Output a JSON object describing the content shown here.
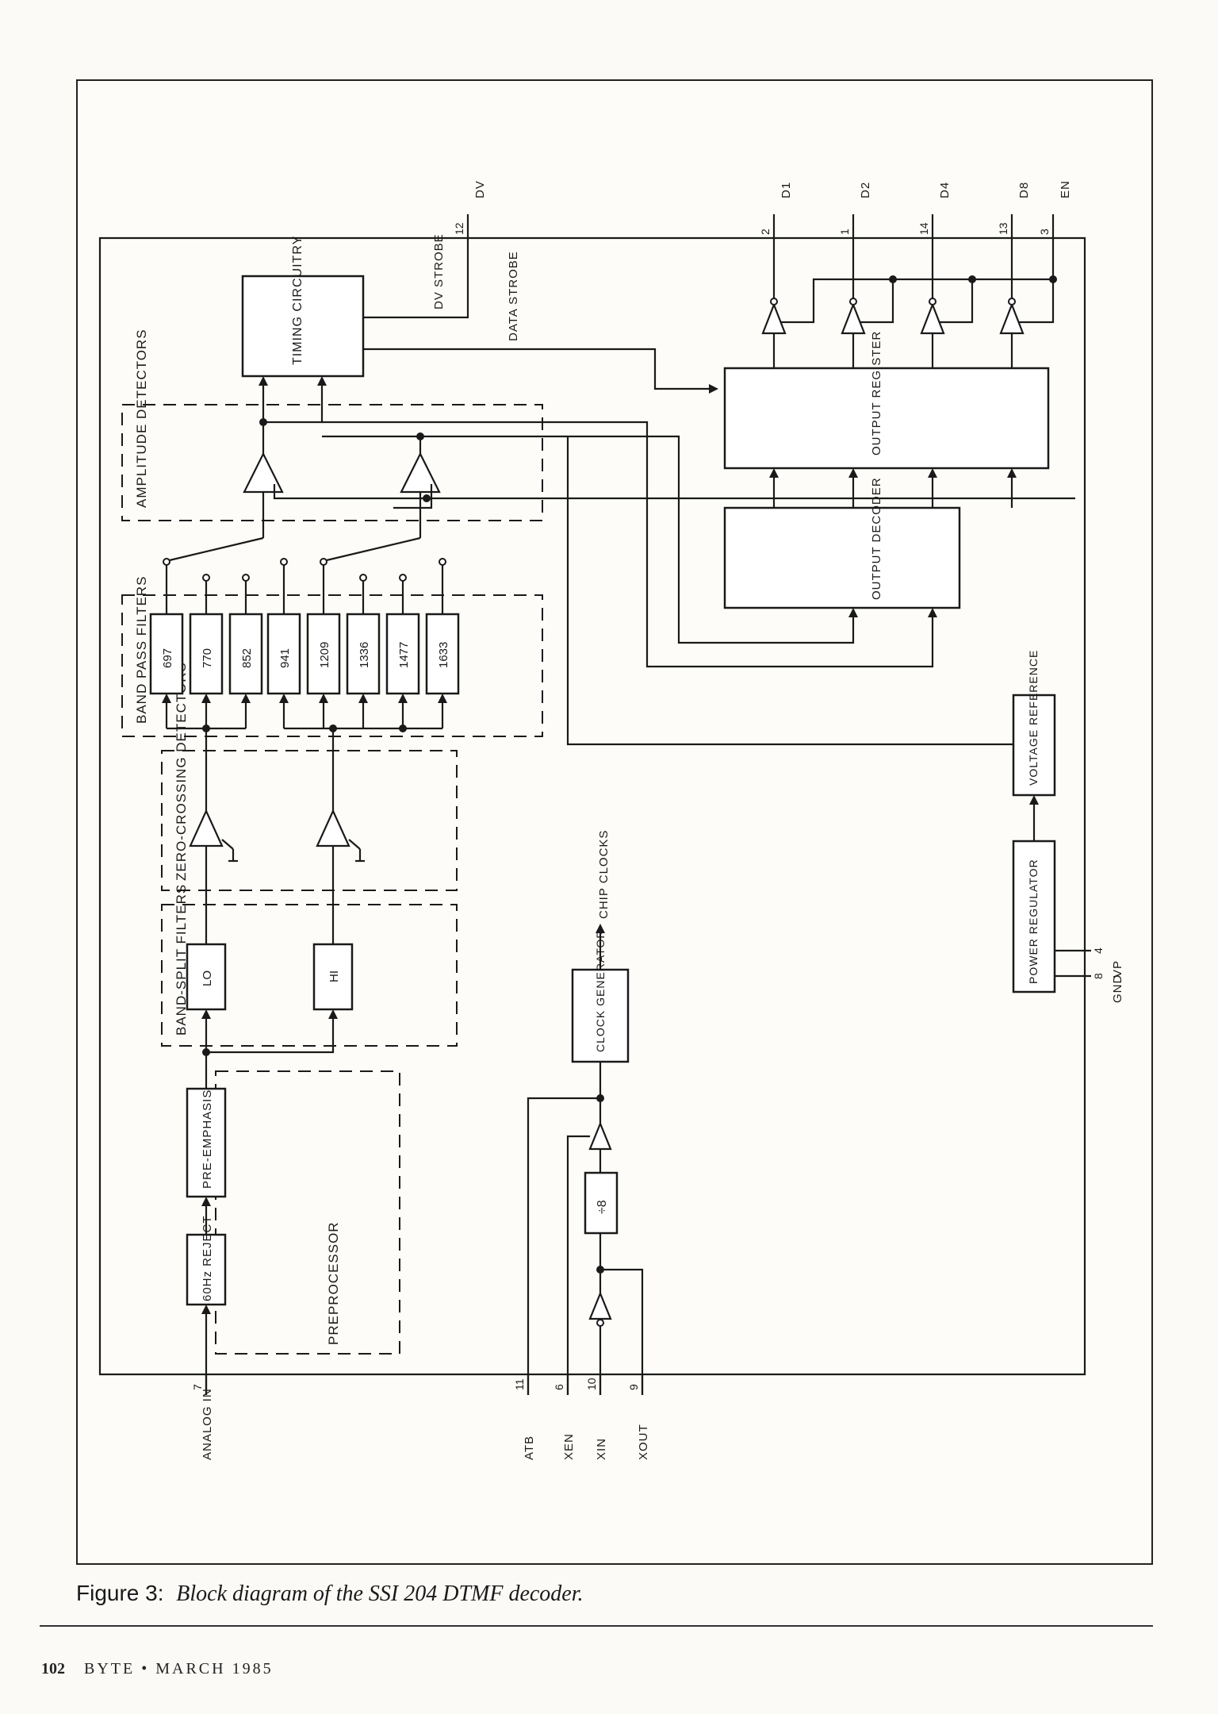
{
  "diagram": {
    "groups": {
      "preprocessor": "PREPROCESSOR",
      "band_split_filters": "BAND-SPLIT FILTERS",
      "zero_crossing_detectors": "ZERO-CROSSING DETECTORS",
      "band_pass_filters": "BAND PASS FILTERS",
      "amplitude_detectors": "AMPLITUDE DETECTORS"
    },
    "blocks": {
      "reject_60hz": "60Hz REJECT",
      "pre_emphasis": "PRE-EMPHASIS",
      "lo": "LO",
      "hi": "HI",
      "timing_circuitry": "TIMING CIRCUITRY",
      "clock_generator": "CLOCK GENERATOR",
      "divide_by_8": "÷8",
      "output_decoder": "OUTPUT DECODER",
      "output_register": "OUTPUT REGISTER",
      "power_regulator": "POWER REGULATOR",
      "voltage_reference": "VOLTAGE REFERENCE"
    },
    "filters_low": [
      "697",
      "770",
      "852",
      "941"
    ],
    "filters_high": [
      "1209",
      "1336",
      "1477",
      "1633"
    ],
    "signals": {
      "dv_strobe": "DV STROBE",
      "data_strobe": "DATA STROBE",
      "chip_clocks": "CHIP CLOCKS"
    },
    "pins_left": [
      {
        "name": "ANALOG IN",
        "num": "7"
      },
      {
        "name": "ATB",
        "num": "11"
      },
      {
        "name": "XEN",
        "num": "6"
      },
      {
        "name": "XIN",
        "num": "10"
      },
      {
        "name": "XOUT",
        "num": "9"
      }
    ],
    "pins_right": [
      {
        "name": "DV",
        "num": "12"
      },
      {
        "name": "D1",
        "num": "2"
      },
      {
        "name": "D2",
        "num": "1"
      },
      {
        "name": "D4",
        "num": "14"
      },
      {
        "name": "D8",
        "num": "13"
      },
      {
        "name": "EN",
        "num": "3"
      },
      {
        "name": "VP",
        "num": "4"
      },
      {
        "name": "GND",
        "num": "8"
      }
    ]
  },
  "caption": {
    "label": "Figure 3:",
    "text": "Block diagram of the SSI 204 DTMF decoder."
  },
  "footer": {
    "page_number": "102",
    "magazine": "BYTE • MARCH 1985"
  }
}
